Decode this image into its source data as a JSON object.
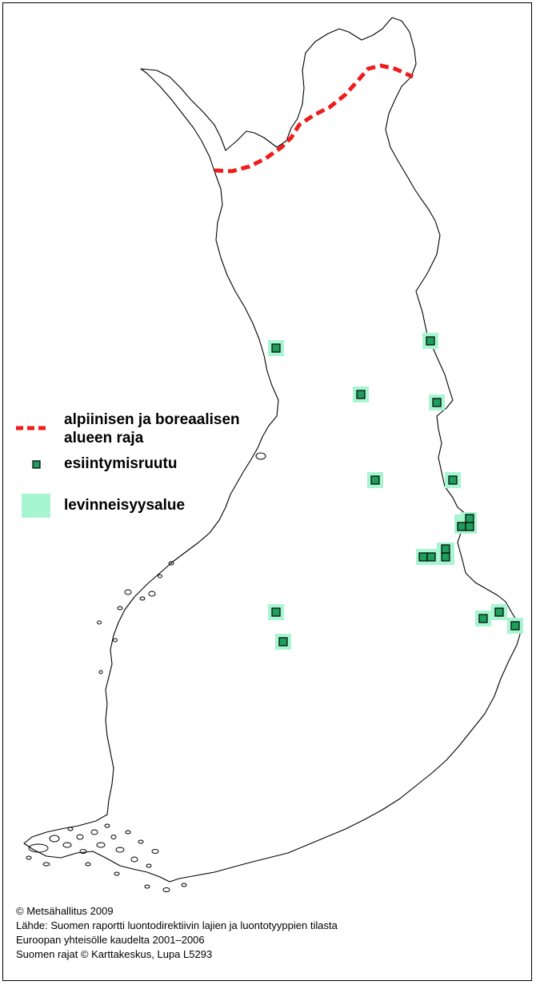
{
  "legend": {
    "border_label_line1": "alpiinisen ja boreaalisen",
    "border_label_line2": "alueen raja",
    "occurrence_label": "esiintymisruutu",
    "range_label": "levinneisyysalue"
  },
  "credits": [
    "© Metsähallitus 2009",
    "Lähde: Suomen raportti luontodirektiivin lajien ja luontotyyppien tilasta",
    "Euroopan yhteisölle kaudelta 2001–2006",
    "Suomen rajat © Karttakeskus, Lupa L5293"
  ],
  "colors": {
    "border_line": "#ee1c1c",
    "occurrence_fill": "#1e9e5a",
    "range_fill": "#a8f5d2",
    "outline": "#000000"
  }
}
